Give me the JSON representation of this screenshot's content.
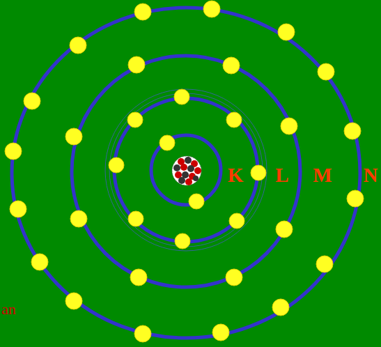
{
  "diagram": {
    "labels": [
      "K",
      "L",
      "M",
      "N",
      "an"
    ]
  }
}
